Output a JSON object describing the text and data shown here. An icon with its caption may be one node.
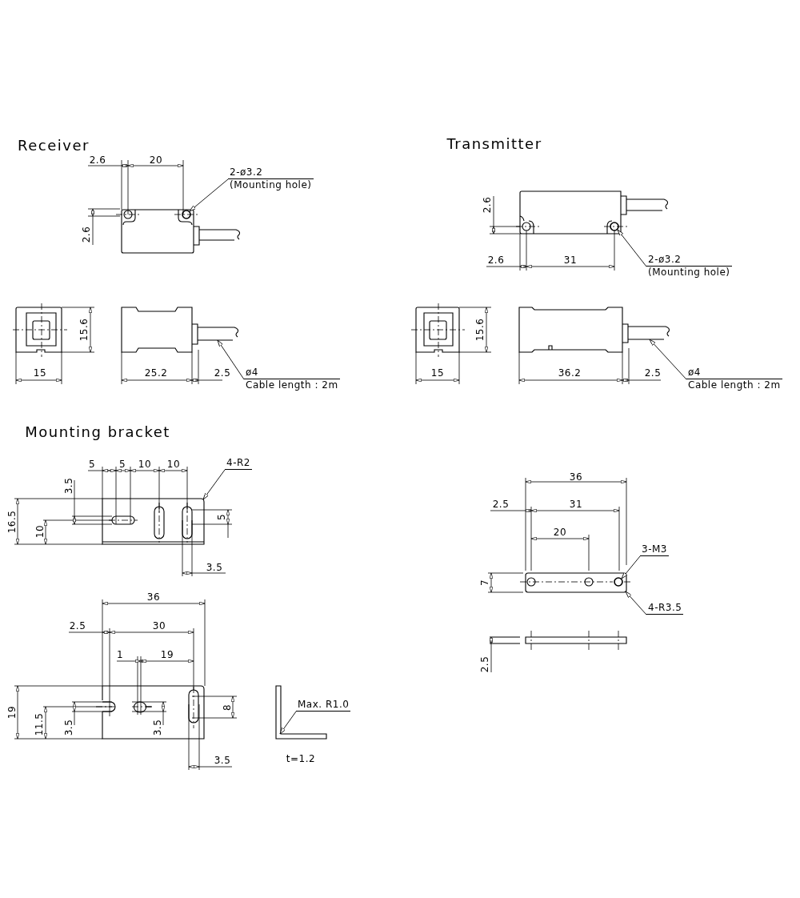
{
  "diagram": {
    "nodes": [
      {
        "text": [
          "2-ø3.2",
          "(Mounting hole)"
        ]
      },
      {
        "text": [
          "ø4",
          "Cable length : 2m"
        ]
      },
      {
        "text": [
          "2-ø3.2",
          "(Mounting hole)"
        ]
      },
      {
        "text": [
          "ø4",
          "Cable length : 2m"
        ]
      },
      {
        "text": [
          "4-R2"
        ]
      },
      {
        "text": [
          "Max. R1.0"
        ]
      },
      {
        "text": [
          "3-M3"
        ]
      },
      {
        "text": [
          "4-R3.5"
        ]
      },
      {
        "text": [],
        "shape": "circle"
      },
      {
        "text": [],
        "shape": "picture"
      },
      {
        "text": [],
        "shape": "circle"
      },
      {
        "text": [],
        "shape": "picture"
      },
      {
        "text": [],
        "shape": "picture"
      },
      {
        "text": [],
        "shape": "picture"
      },
      {
        "text": [],
        "shape": "circle",
        "in": 15
      },
      {
        "text": [],
        "shape": "picture"
      }
    ],
    "edges": [
      {
        "from": 0,
        "to": 8,
        "arrow": "to"
      },
      {
        "from": 1,
        "to": 9,
        "arrow": "to"
      },
      {
        "from": 2,
        "to": 10,
        "arrow": "to"
      },
      {
        "from": 3,
        "to": 11,
        "arrow": "to"
      },
      {
        "from": 4,
        "to": 12,
        "arrow": "to"
      },
      {
        "from": 5,
        "to": 13,
        "arrow": "to"
      },
      {
        "from": 6,
        "to": 14,
        "arrow": "to"
      },
      {
        "from": 7,
        "to": 15,
        "arrow": "to"
      }
    ],
    "labels": [
      "Receiver",
      "2.6",
      "20",
      "2.6",
      "15.6",
      "15",
      "25.2",
      "2.5",
      "Transmitter",
      "2.6",
      "2.6",
      "31",
      "15.6",
      "15",
      "36.2",
      "2.5",
      "Mounting bracket",
      "5",
      "5",
      "10",
      "10",
      "3.5",
      "16.5",
      "10",
      "5",
      "3.5",
      "36",
      "2.5",
      "30",
      "1",
      "19",
      "19",
      "11.5",
      "3.5",
      "3.5",
      "8",
      "3.5",
      "t=1.2",
      "36",
      "2.5",
      "31",
      "20",
      "7",
      "2.5"
    ]
  }
}
